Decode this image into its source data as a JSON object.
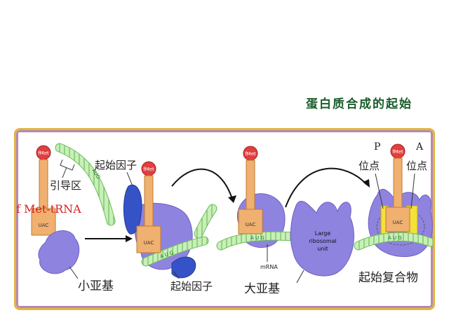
{
  "title": "蛋白质合成的起始",
  "labels": {
    "leader_region": "引导区",
    "fmet_trna": "f Met-tRNA",
    "small_subunit": "小亚基",
    "initiation_factor_top": "起始因子",
    "initiation_factor_bottom": "起始因子",
    "large_subunit": "大亚基",
    "initiation_complex": "起始复合物",
    "p_site_letter": "P",
    "p_site_word": "位点",
    "a_site_letter": "A",
    "a_site_word": "位点",
    "mrna": "mRNA",
    "large_unit_line1": "Large",
    "large_unit_line2": "ribosomal",
    "large_unit_line3": "unit"
  },
  "glyphs": {
    "fmet": "fMet",
    "uac": "UAC",
    "aug": "A U G",
    "aug_compact": "AUG"
  },
  "colors": {
    "title": "#1a5c2a",
    "panel_border": "#e3b63a",
    "panel_inner_border": "#b489b8",
    "subunit": "#8f83e0",
    "subunit_dark": "#6e5fc4",
    "factor": "#3553c6",
    "trna": "#f0b070",
    "fmet_ball": "#e23e3e",
    "mrna": "#c9efb8",
    "mrna_stroke": "#6cbd5e",
    "fmet_trna_label": "#d81f1f",
    "site_yellow": "#f5e03a"
  }
}
